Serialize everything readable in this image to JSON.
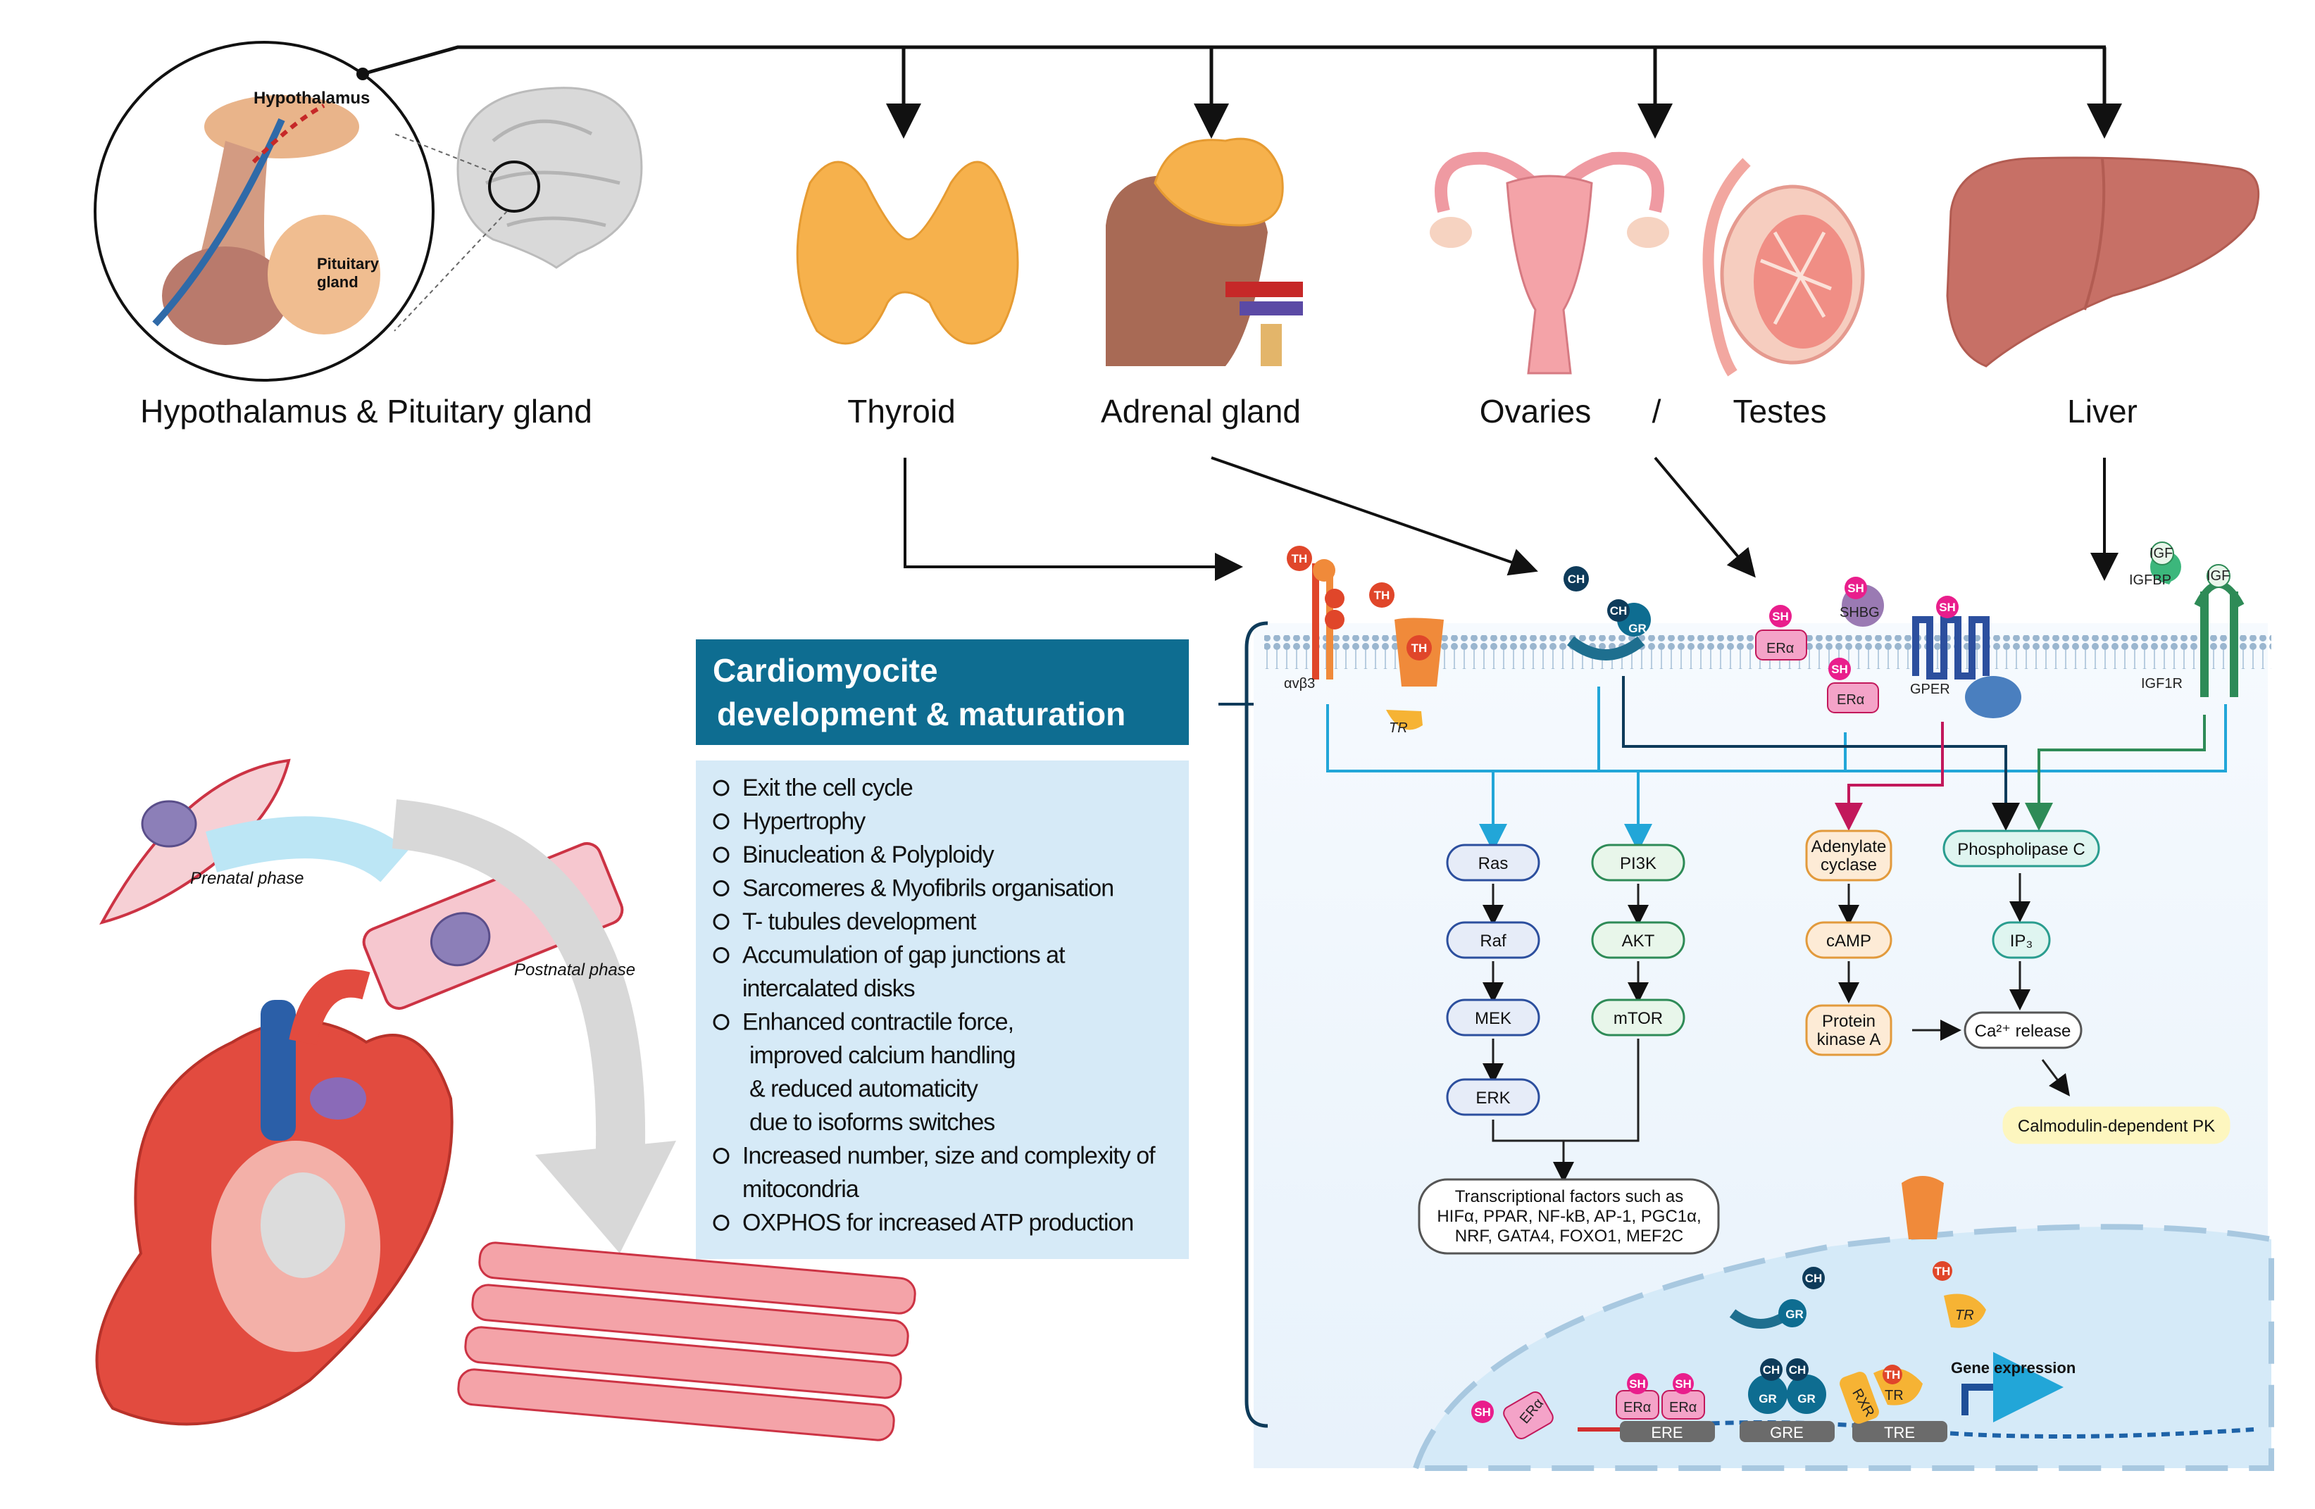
{
  "organs": {
    "hypothalamus_pituitary": "Hypothalamus & Pituitary gland",
    "thyroid": "Thyroid",
    "adrenal": "Adrenal gland",
    "ovaries": "Ovaries",
    "slash": "/",
    "testes": "Testes",
    "liver": "Liver"
  },
  "inset": {
    "hypothalamus": "Hypothalamus",
    "pituitary_1": "Pituitary",
    "pituitary_2": "gland"
  },
  "heart": {
    "prenatal": "Prenatal phase",
    "postnatal": "Postnatal phase"
  },
  "box": {
    "title_1": "Cardiomyocite",
    "title_2": "development & maturation",
    "items": [
      "Exit the cell cycle",
      "Hypertrophy",
      "Binucleation & Polyploidy",
      "Sarcomeres & Myofibrils organisation",
      "T- tubules development",
      "Accumulation of gap junctions at",
      "intercalated disks",
      "Enhanced contractile force,",
      "improved  calcium handling",
      "& reduced  automaticity",
      "due to isoforms switches",
      "Increased number, size and complexity of",
      "mitocondria",
      "OXPHOS for increased ATP production"
    ]
  },
  "membrane": {
    "th": "TH",
    "ch": "CH",
    "gr": "GR",
    "sh": "SH",
    "era": "ERα",
    "shbg": "SHBG",
    "gper": "GPER",
    "igf": "IGF",
    "igfbp": "IGFBP",
    "igf1r": "IGF1R",
    "avb3": "αvβ3",
    "tr": "TR"
  },
  "pathway": {
    "ras": "Ras",
    "raf": "Raf",
    "mek": "MEK",
    "erk": "ERK",
    "pi3k": "PI3K",
    "akt": "AKT",
    "mtor": "mTOR",
    "adenylate_1": "Adenylate",
    "adenylate_2": "cyclase",
    "camp": "cAMP",
    "pka_1": "Protein",
    "pka_2": "kinase A",
    "plc": "Phospholipase C",
    "ip3": "IP₃",
    "ca": "Ca²⁺ release",
    "camk": "Calmodulin-dependent PK",
    "tf_1": "Transcriptional factors such as",
    "tf_2": "HIFα, PPAR, NF-kB, AP-1, PGC1α,",
    "tf_3": "NRF, GATA4, FOXO1, MEF2C"
  },
  "nucleus": {
    "ere": "ERE",
    "gre": "GRE",
    "tre": "TRE",
    "rxr": "RXR",
    "gene_expression": "Gene expression"
  }
}
